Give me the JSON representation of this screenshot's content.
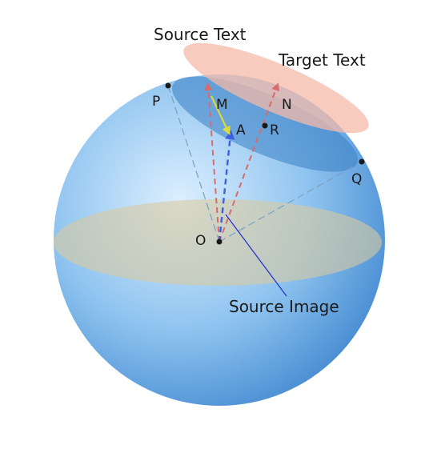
{
  "labels": {
    "source_text": "Source Text",
    "target_text": "Target Text",
    "source_image": "Source Image",
    "point_p": "P",
    "point_m": "M",
    "point_a": "A",
    "point_n": "N",
    "point_r": "R",
    "point_q": "Q",
    "point_o": "O"
  },
  "colors": {
    "sphere_light": "#dcefff",
    "sphere_mid": "#8ec3ef",
    "sphere_dark": "#3f86cf",
    "equator_band": "#d8c9a0",
    "cap_plane": "#3b7fc4",
    "target_ellipse": "#f4b9a8",
    "red_arrow": "#d96b6b",
    "blue_arrow": "#3b5fe0",
    "yellow_arrow": "#d8dc3c",
    "guide_line": "#7fa3c6",
    "pointer_line": "#1f2fd0",
    "point_dot": "#1a1a1a"
  }
}
